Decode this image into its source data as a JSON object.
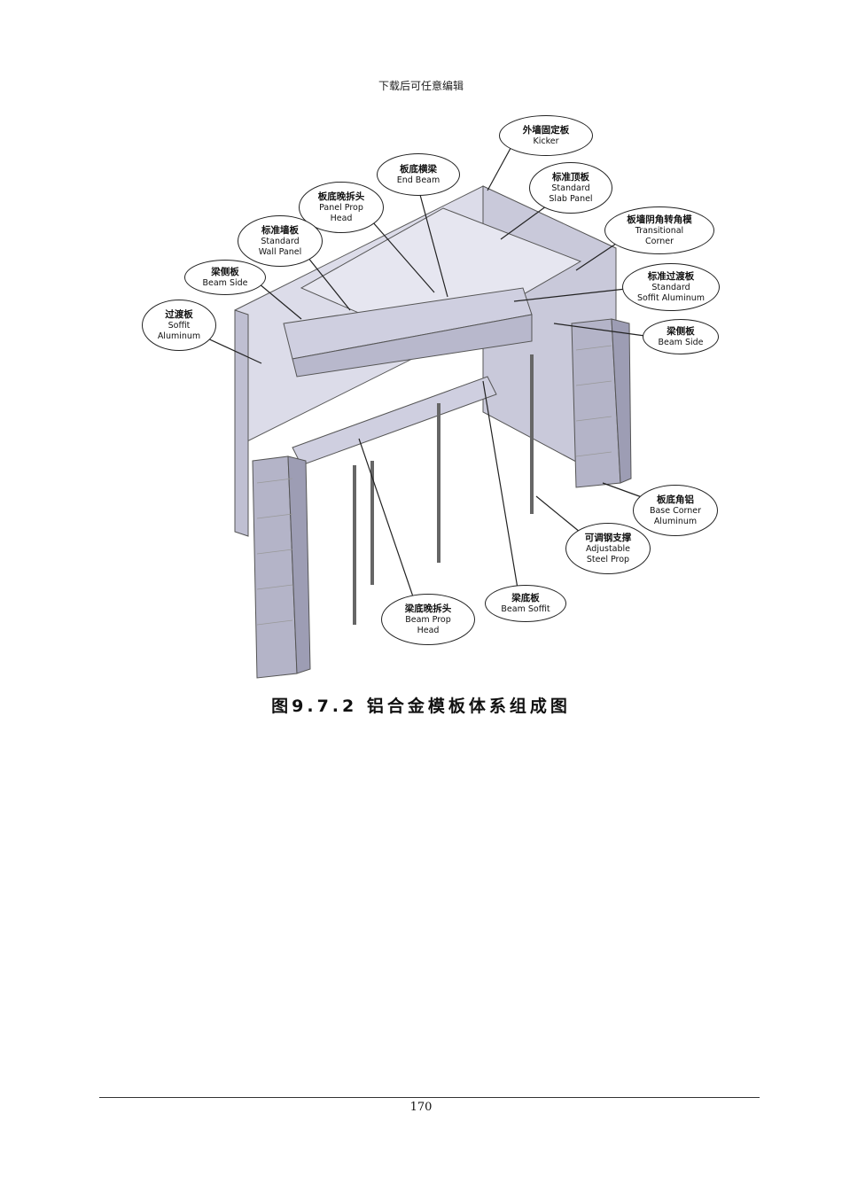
{
  "header": {
    "text": "下载后可任意编辑"
  },
  "figure": {
    "callouts": [
      {
        "id": "kicker",
        "zh": "外墙固定板",
        "en": "Kicker"
      },
      {
        "id": "end-beam",
        "zh": "板底横梁",
        "en": "End Beam"
      },
      {
        "id": "standard-slab-panel",
        "zh": "标准顶板",
        "en": "Standard\nSlab Panel"
      },
      {
        "id": "panel-prop-head",
        "zh": "板底晚拆头",
        "en": "Panel Prop\nHead"
      },
      {
        "id": "standard-wall-panel",
        "zh": "标准墙板",
        "en": "Standard\nWall Panel"
      },
      {
        "id": "transitional-corner",
        "zh": "板墙阴角转角模",
        "en": "Transitional\nCorner"
      },
      {
        "id": "beam-side-left",
        "zh": "梁侧板",
        "en": "Beam Side"
      },
      {
        "id": "standard-soffit-aluminum",
        "zh": "标准过渡板",
        "en": "Standard\nSoffit Aluminum"
      },
      {
        "id": "soffit-aluminum",
        "zh": "过渡板",
        "en": "Soffit\nAluminum"
      },
      {
        "id": "beam-side-right",
        "zh": "梁侧板",
        "en": "Beam Side"
      },
      {
        "id": "base-corner-aluminum",
        "zh": "板底角铝",
        "en": "Base Corner\nAluminum"
      },
      {
        "id": "adjustable-steel-prop",
        "zh": "可调钢支撑",
        "en": "Adjustable\nSteel Prop"
      },
      {
        "id": "beam-soffit",
        "zh": "梁底板",
        "en": "Beam Soffit"
      },
      {
        "id": "beam-prop-head",
        "zh": "梁底晚拆头",
        "en": "Beam Prop\nHead"
      }
    ]
  },
  "caption": "图9.7.2 铝合金模板体系组成图",
  "footer": {
    "page_number": "170"
  }
}
